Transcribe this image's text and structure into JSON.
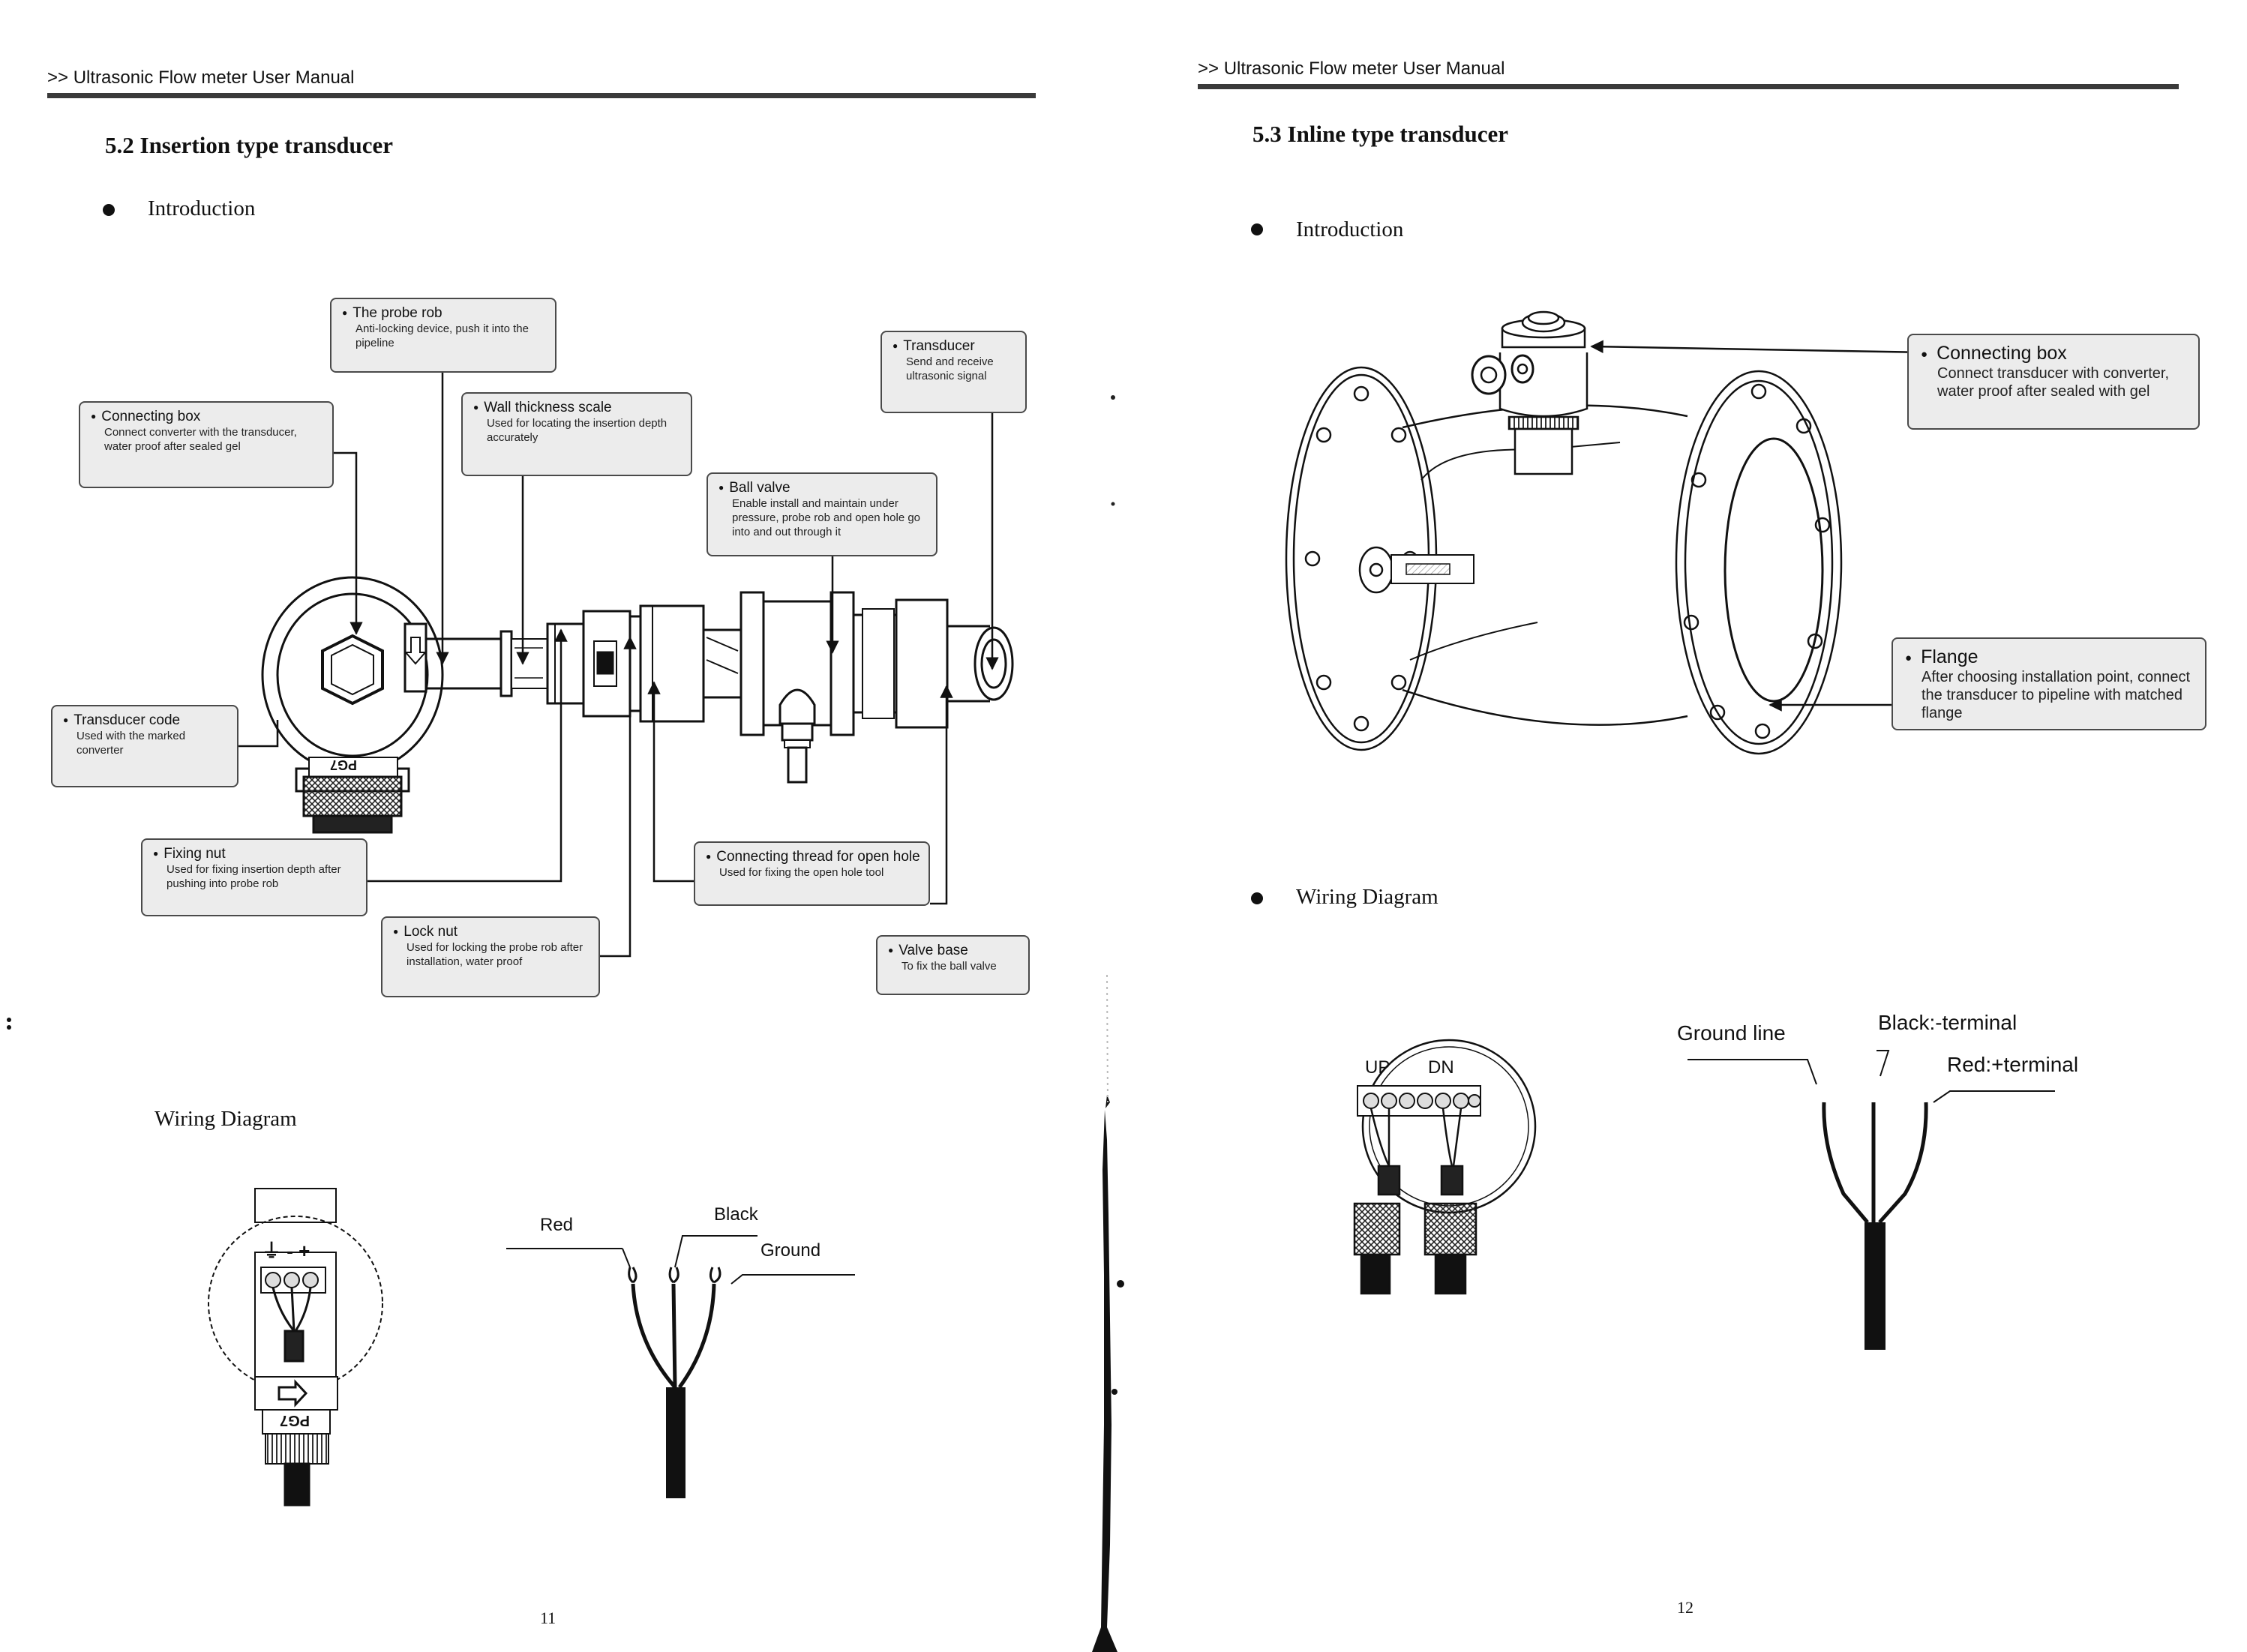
{
  "header": {
    "left": ">> Ultrasonic Flow meter User Manual",
    "right": ">> Ultrasonic Flow meter User Manual"
  },
  "left_page": {
    "section_title": "5.2 Insertion type transducer",
    "intro_label": "Introduction",
    "callouts": [
      {
        "title": "The probe rob",
        "desc": "Anti-locking device, push it into the pipeline"
      },
      {
        "title": "Transducer",
        "desc": "Send and receive ultrasonic signal"
      },
      {
        "title": "Connecting box",
        "desc": "Connect converter with the transducer, water proof after sealed gel"
      },
      {
        "title": "Wall thickness scale",
        "desc": "Used for locating the insertion depth accurately"
      },
      {
        "title": "Ball valve",
        "desc": "Enable install and maintain under pressure, probe rob and open hole go into and out through it"
      },
      {
        "title": "Transducer code",
        "desc": "Used with the marked converter"
      },
      {
        "title": "Fixing nut",
        "desc": "Used for fixing insertion depth after pushing into probe rob"
      },
      {
        "title": "Connecting thread for open hole",
        "desc": "Used for fixing the open hole tool"
      },
      {
        "title": "Lock nut",
        "desc": "Used for locking the probe rob after installation, water proof"
      },
      {
        "title": "Valve base",
        "desc": "To fix the ball valve"
      }
    ],
    "wiring_title": "Wiring Diagram",
    "wire_labels": {
      "red": "Red",
      "black": "Black",
      "ground": "Ground"
    },
    "terminal_symbols": "⏚ - +",
    "gland_mark": "PG7",
    "code_mark": "PG7",
    "page_number": "11"
  },
  "right_page": {
    "section_title": "5.3 Inline type transducer",
    "intro_label": "Introduction",
    "callouts": [
      {
        "title": "Connecting box",
        "desc": "Connect transducer with converter, water proof after sealed with gel"
      },
      {
        "title": "Flange",
        "desc": "After choosing installation point, connect the transducer to pipeline with matched flange"
      }
    ],
    "wiring_title": "Wiring Diagram",
    "terminal_labels": {
      "up": "UP",
      "dn": "DN"
    },
    "wire_labels": {
      "ground": "Ground line",
      "black": "Black:-terminal",
      "red": "Red:+terminal"
    },
    "page_number": "12"
  }
}
